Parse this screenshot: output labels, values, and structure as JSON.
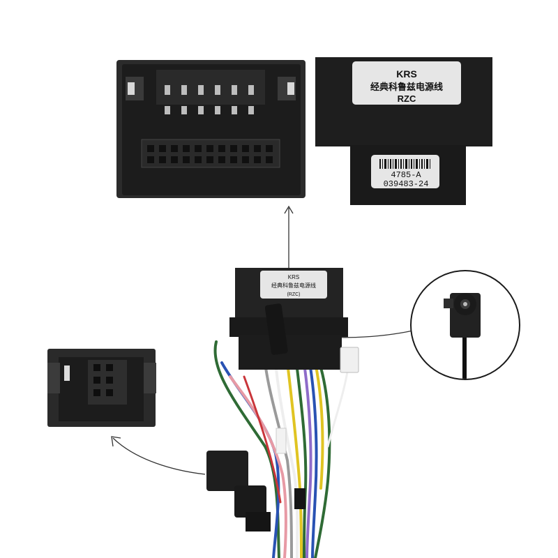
{
  "label_top": {
    "line1": "KRS",
    "line2": "经典科鲁兹电源线",
    "line3": "RZC"
  },
  "label_barcode": {
    "code": "4785-A",
    "serial": "039483-24"
  },
  "label_small": {
    "line1": "KRS",
    "line2": "经典科鲁兹电源线",
    "line3": "(RZC)"
  },
  "colors": {
    "connector_body": "#232323",
    "connector_dark": "#111111",
    "label_bg": "#e6e6e6",
    "wire_green": "#2f6b35",
    "wire_blue": "#2952b3",
    "wire_yellow": "#e0c422",
    "wire_red": "#c9353a",
    "wire_pink": "#e79aa5",
    "wire_white": "#eeeeee",
    "wire_violet": "#8e6bc9",
    "wire_gray": "#9a9a9a",
    "arrow": "#333333"
  }
}
